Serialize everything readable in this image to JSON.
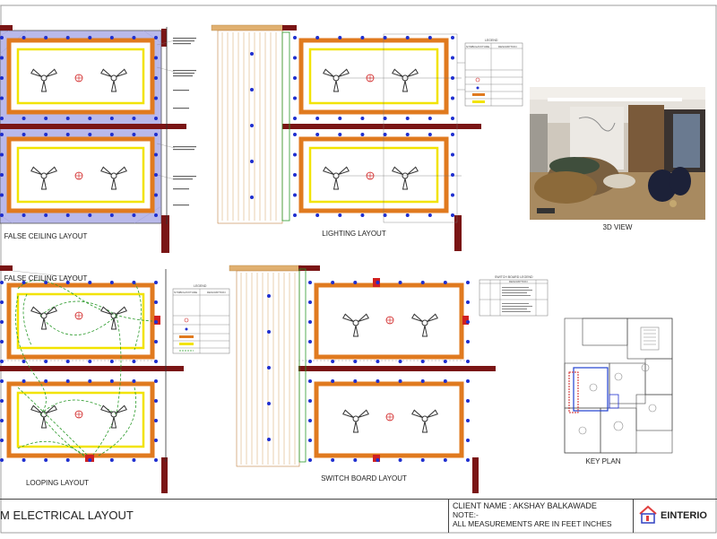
{
  "drawings": {
    "false_ceiling": {
      "caption": "FALSE CEILING LAYOUT"
    },
    "lighting": {
      "caption": "LIGHTING LAYOUT"
    },
    "view_3d": {
      "caption": "3D VIEW"
    },
    "looping": {
      "caption": "LOOPING LAYOUT",
      "overlay_caption": "FALSE CEILING LAYOUT"
    },
    "switch_board": {
      "caption": "SWITCH BOARD LAYOUT"
    },
    "key_plan": {
      "caption": "KEY PLAN"
    }
  },
  "legends": {
    "lighting_legend": {
      "title": "LEGEND",
      "headers": [
        "SYMBOL/FIXTURE",
        "DESCRIPTION"
      ]
    },
    "looping_legend": {
      "title": "LEGEND",
      "headers": [
        "SYMBOL/FIXTURE",
        "DESCRIPTION"
      ]
    },
    "switch_legend": {
      "title": "SWITCH BOARD LEGEND",
      "headers": [
        "",
        "",
        "DESCRIPTION",
        ""
      ]
    }
  },
  "title_block": {
    "sheet_title": "M ELECTRICAL LAYOUT",
    "client": "CLIENT NAME : AKSHAY BALKAWADE",
    "note": "NOTE:-",
    "measurements": "ALL MEASUREMENTS ARE IN FEET INCHES",
    "brand": "EINTERIO"
  },
  "colors": {
    "border": "#e07a1f",
    "inner_rect": "#f2e300",
    "ceiling_fill": "#b9b9ea",
    "downlight": "#1f2fd0",
    "wall": "#7a1515",
    "loop_wire": "#2a9a2a",
    "fan": "#333333",
    "center_light": "#d02020"
  }
}
